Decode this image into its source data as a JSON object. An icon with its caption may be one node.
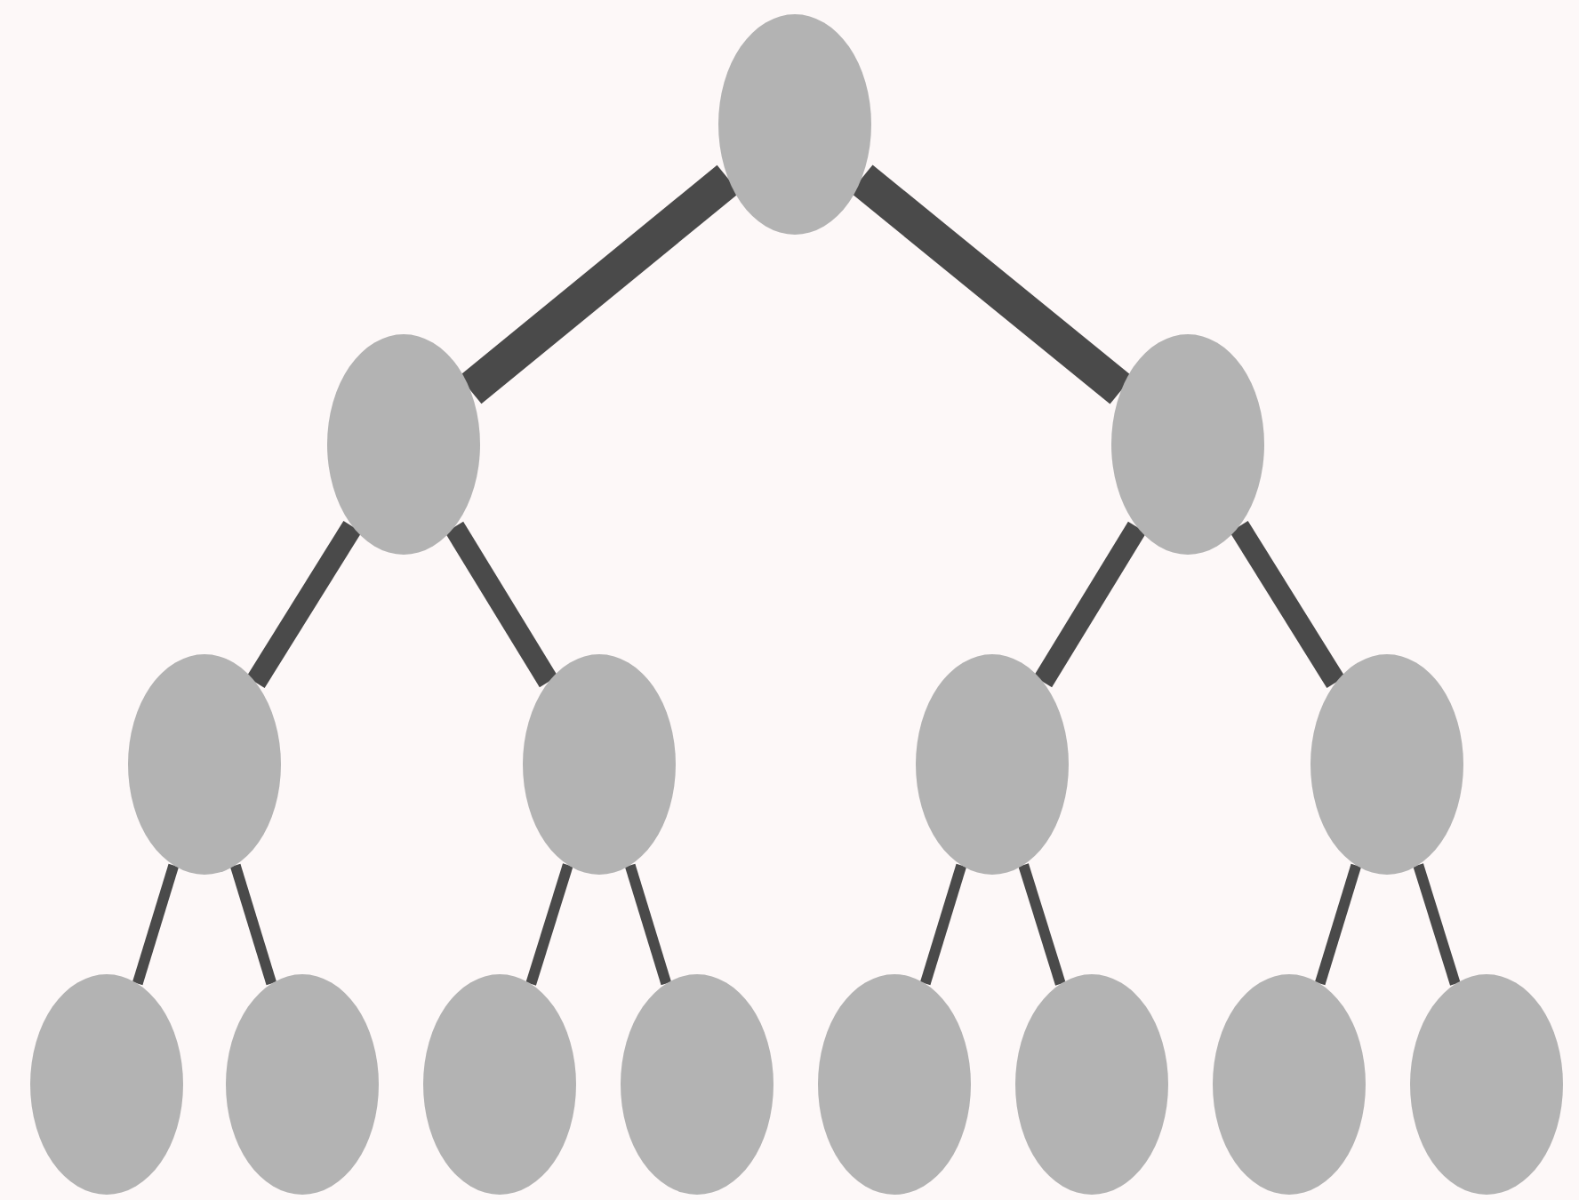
{
  "diagram": {
    "nodes": [
      {
        "text": [],
        "shape": "ellipse"
      },
      {
        "text": [],
        "shape": "ellipse"
      },
      {
        "text": [],
        "shape": "ellipse"
      },
      {
        "text": [],
        "shape": "ellipse"
      },
      {
        "text": [],
        "shape": "ellipse"
      },
      {
        "text": [],
        "shape": "ellipse"
      },
      {
        "text": [],
        "shape": "ellipse"
      },
      {
        "text": [],
        "shape": "ellipse"
      },
      {
        "text": [],
        "shape": "ellipse"
      },
      {
        "text": [],
        "shape": "ellipse"
      },
      {
        "text": [],
        "shape": "ellipse"
      },
      {
        "text": [],
        "shape": "ellipse"
      },
      {
        "text": [],
        "shape": "ellipse"
      },
      {
        "text": [],
        "shape": "ellipse"
      },
      {
        "text": [],
        "shape": "ellipse"
      }
    ],
    "edges": [
      {
        "from": 0,
        "to": 1,
        "arrow": "none",
        "style": "thick"
      },
      {
        "from": 0,
        "to": 2,
        "arrow": "none",
        "style": "thick"
      },
      {
        "from": 1,
        "to": 3,
        "arrow": "none",
        "style": "thick"
      },
      {
        "from": 1,
        "to": 4,
        "arrow": "none",
        "style": "thick"
      },
      {
        "from": 2,
        "to": 5,
        "arrow": "none",
        "style": "thick"
      },
      {
        "from": 2,
        "to": 6,
        "arrow": "none",
        "style": "thick"
      },
      {
        "from": 3,
        "to": 7,
        "arrow": "none"
      },
      {
        "from": 3,
        "to": 8,
        "arrow": "none"
      },
      {
        "from": 4,
        "to": 9,
        "arrow": "none"
      },
      {
        "from": 4,
        "to": 10,
        "arrow": "none"
      },
      {
        "from": 5,
        "to": 11,
        "arrow": "none"
      },
      {
        "from": 5,
        "to": 12,
        "arrow": "none"
      },
      {
        "from": 6,
        "to": 13,
        "arrow": "none"
      },
      {
        "from": 6,
        "to": 14,
        "arrow": "none"
      }
    ]
  }
}
